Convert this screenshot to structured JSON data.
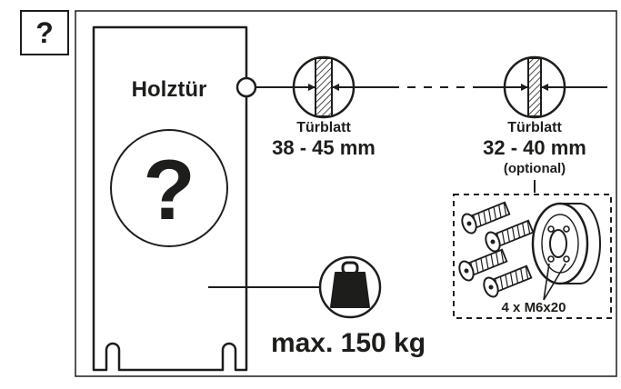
{
  "question_box": {
    "label": "?"
  },
  "door": {
    "label": "Holztür",
    "question_mark": "?"
  },
  "thickness_standard": {
    "title": "Türblatt",
    "range": "38 - 45 mm"
  },
  "thickness_optional": {
    "title": "Türblatt",
    "range": "32 - 40 mm",
    "note": "(optional)"
  },
  "screws": {
    "label": "4 x M6x20"
  },
  "weight": {
    "label": "max. 150 kg",
    "icon": "weight-icon"
  },
  "colors": {
    "ink": "#1d1d1b",
    "background": "#ffffff"
  }
}
